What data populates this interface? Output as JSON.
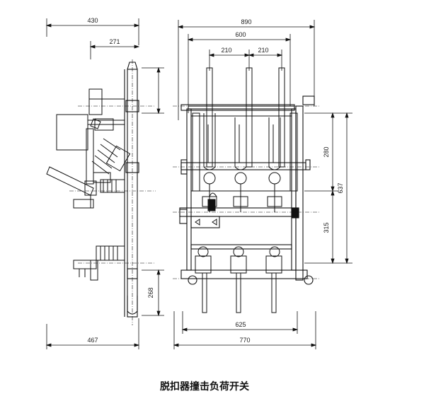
{
  "caption": "脱扣器撞击负荷开关",
  "side_view": {
    "dims": {
      "top_width": "430",
      "inner_width": "271",
      "bottom_width": "467",
      "handle_height": "268"
    }
  },
  "front_view": {
    "dims": {
      "overall_top": "890",
      "frame_top": "600",
      "pitch_left": "210",
      "pitch_right": "210",
      "bottom_inner": "625",
      "bottom_overall": "770",
      "height_upper": "280",
      "height_lower": "315",
      "height_total": "637"
    }
  }
}
